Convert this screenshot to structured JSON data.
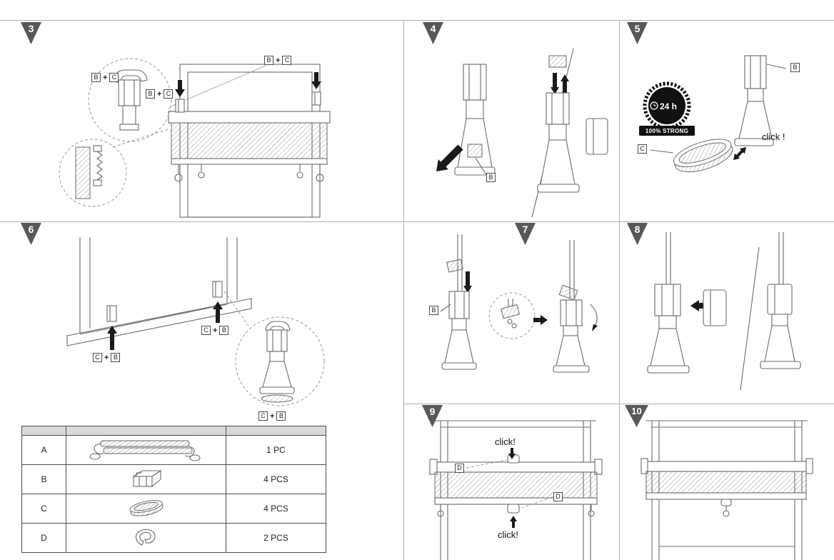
{
  "document": {
    "type": "assembly-instructions"
  },
  "labels": {
    "plus": "+",
    "part_a": "A",
    "part_b": "B",
    "part_c": "C",
    "part_d": "D",
    "click_spaced": "click !",
    "click": "click!",
    "badge_hours": "24 h",
    "badge_strong": "100% STRONG"
  },
  "steps": [
    {
      "number": "3"
    },
    {
      "number": "4"
    },
    {
      "number": "5"
    },
    {
      "number": "6"
    },
    {
      "number": "7"
    },
    {
      "number": "8"
    },
    {
      "number": "9"
    },
    {
      "number": "10"
    }
  ],
  "parts_table": {
    "rows": [
      {
        "part": "A",
        "illustration": "pleated-blind",
        "qty": "1 PC"
      },
      {
        "part": "B",
        "illustration": "mounting-bracket",
        "qty": "4 PCS"
      },
      {
        "part": "C",
        "illustration": "adhesive-pad",
        "qty": "4 PCS"
      },
      {
        "part": "D",
        "illustration": "handle-clip",
        "qty": "2 PCS"
      }
    ]
  },
  "colors": {
    "marker": "#57585b",
    "divider": "#b0b0b0",
    "ink": "#1a1a1a",
    "table_header": "#d9d9d9"
  }
}
